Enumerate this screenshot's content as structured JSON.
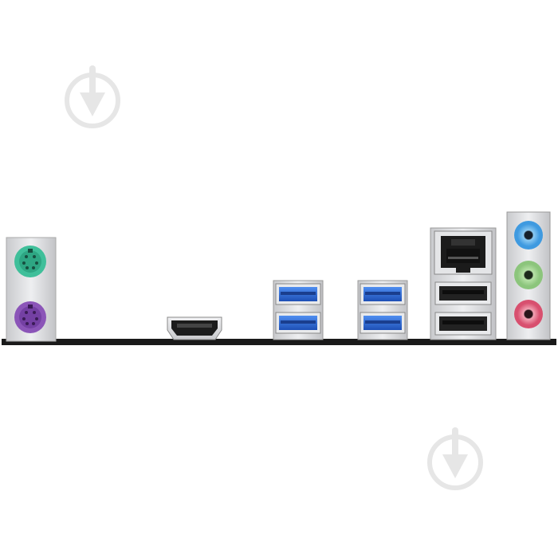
{
  "colors": {
    "background": "#ffffff",
    "board": "#1a1a1a",
    "bracket": "#d9dadd",
    "ps2_mouse": "#3fbf9a",
    "ps2_keyboard": "#8b55b8",
    "usb3_blue": "#2f6bd8",
    "audio_line_in": "#5aaee8",
    "audio_line_out": "#a8d89a",
    "audio_mic": "#e4708a",
    "watermark": "#e6e6e6"
  },
  "icons": {
    "watermark": "download-arrow-circle-icon"
  },
  "ports": {
    "ps2": [
      "ps2-mouse-port",
      "ps2-keyboard-port"
    ],
    "video": [
      "hdmi-port"
    ],
    "usb3_group_1": [
      "usb3-port",
      "usb3-port"
    ],
    "usb3_group_2": [
      "usb3-port",
      "usb3-port"
    ],
    "lan_usb2": [
      "rj45-lan-port",
      "usb2-port",
      "usb2-port"
    ],
    "audio": [
      "audio-line-in-jack",
      "audio-line-out-jack",
      "audio-mic-jack"
    ]
  }
}
